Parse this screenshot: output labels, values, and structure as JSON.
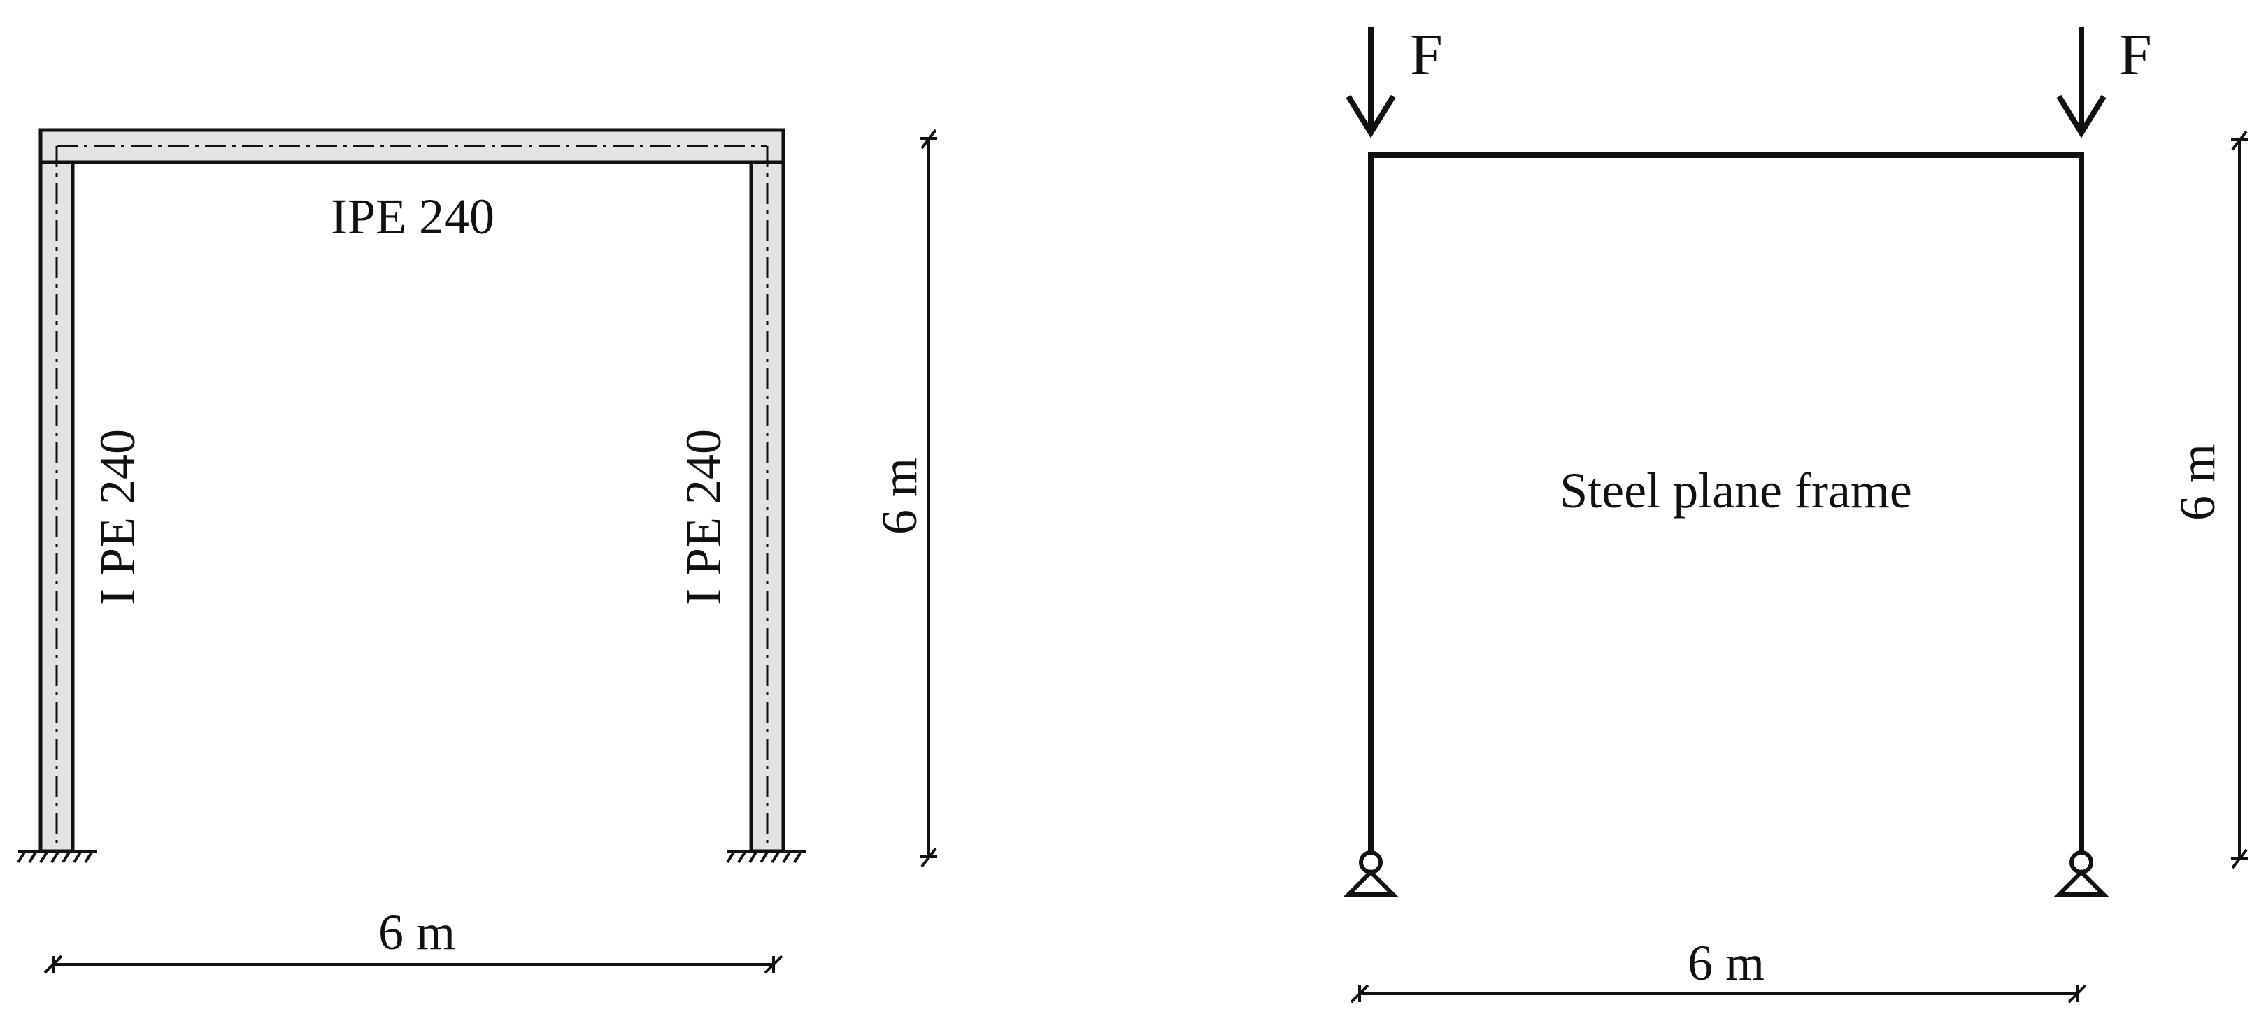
{
  "left_frame": {
    "beam_label": "IPE 240",
    "left_column_label": "I PE 240",
    "right_column_label": "I PE 240",
    "height_dimension": "6 m",
    "span_dimension": "6 m"
  },
  "right_frame": {
    "load_left": "F",
    "load_right": "F",
    "caption": "Steel plane frame",
    "height_dimension": "6 m",
    "span_dimension": "6 m"
  }
}
